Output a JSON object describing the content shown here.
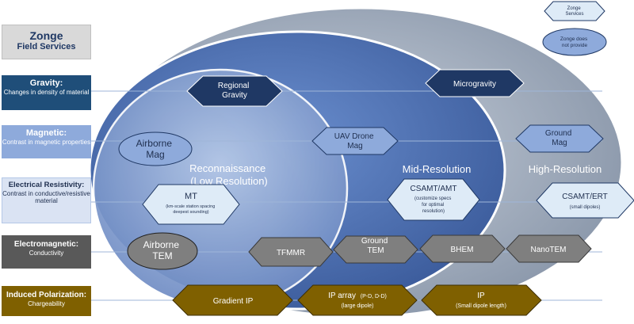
{
  "left_column": {
    "title": {
      "line1": "Zonge",
      "line2": "Field Services"
    },
    "rows": [
      {
        "key": "gravity",
        "title": "Gravity:",
        "subtitle": "Changes in density of material",
        "color": "#1f4e79"
      },
      {
        "key": "magnetic",
        "title": "Magnetic:",
        "subtitle": "Contrast in magnetic properties",
        "color": "#8eaadb"
      },
      {
        "key": "resistivity",
        "title": "Electrical Resistivity:",
        "subtitle": "Contrast in conductive/resistive material",
        "color": "#dae3f3"
      },
      {
        "key": "em",
        "title": "Electromagnetic:",
        "subtitle": "Conductivity",
        "color": "#666666"
      },
      {
        "key": "ip",
        "title": "Induced Polarization:",
        "subtitle": "Chargeability",
        "color": "#7f6000"
      }
    ]
  },
  "legend": {
    "services": "Zonge Services",
    "not_provide": "Zonge does not provide"
  },
  "regions": {
    "reconnaissance": "Reconnaissance (Low Resolution)",
    "mid": "Mid-Resolution",
    "high": "High-Resolution"
  },
  "items": {
    "regional_gravity": "Regional Gravity",
    "microgravity": "Microgravity",
    "airborne_mag": "Airborne Mag",
    "uav_drone_mag": "UAV Drone Mag",
    "ground_mag": "Ground Mag",
    "mt": {
      "title": "MT",
      "note": "(km-scale station spacing deepest sounding)"
    },
    "csamt_amt": {
      "title": "CSAMT/AMT",
      "note": "(customize specs for optimal resolution)"
    },
    "csamt_ert": {
      "title": "CSAMT/ERT",
      "note": "(small dipoles)"
    },
    "airborne_tem": "Airborne TEM",
    "tfmmr": "TFMMR",
    "ground_tem": "Ground TEM",
    "bhem": "BHEM",
    "nanotem": "NanoTEM",
    "gradient_ip": "Gradient IP",
    "ip_array": {
      "title": "IP array",
      "title_suffix": "(P-D, D-D)",
      "note": "(large dipole)"
    },
    "ip": {
      "title": "IP",
      "note": "(Small dipole length)"
    }
  },
  "colors": {
    "gravity_hex": "#1f3864",
    "magnetic_hex": "#8eaadb",
    "resistivity_hex": "#deebf7",
    "em_hex": "#7f7f7f",
    "ip_hex": "#7f6000",
    "outer_ellipse": "#8497b0",
    "mid_ellipse": "#4a6fb0",
    "inner_ellipse": "#9db3d9"
  }
}
